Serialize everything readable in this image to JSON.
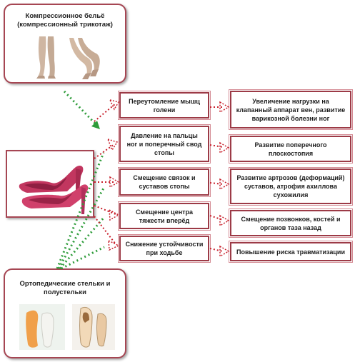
{
  "top_panel": {
    "title_line1": "Компрессионное бельё",
    "title_line2": "(компрессионный трикотаж)"
  },
  "bottom_panel": {
    "title_line1": "Ортопедические стельки и",
    "title_line2": "полустельки"
  },
  "causes": [
    {
      "line1": "Переутомление мышц",
      "line2": "голени",
      "line3": ""
    },
    {
      "line1": "Давление на пальцы",
      "line2": "ног и поперечный свод",
      "line3": "стопы"
    },
    {
      "line1": "Смещение связок и",
      "line2": "суставов стопы",
      "line3": ""
    },
    {
      "line1": "Смещение центра",
      "line2": "тяжести вперёд",
      "line3": ""
    },
    {
      "line1": "Снижение устойчивости",
      "line2": "при ходьбе",
      "line3": ""
    }
  ],
  "effects": [
    {
      "line1": "Увеличение нагрузки на",
      "line2": "клапанный аппарат вен, развитие",
      "line3": "варикозной болезни ног"
    },
    {
      "line1": "Развитие поперечного",
      "line2": "плоскостопия",
      "line3": ""
    },
    {
      "line1": "Развитие артрозов (деформаций)",
      "line2": "суставов, атрофия ахиллова",
      "line3": "сухожилия"
    },
    {
      "line1": "Смещение позвонков, костей и",
      "line2": "органов таза назад",
      "line3": ""
    },
    {
      "line1": "Повышение риска травматизации",
      "line2": "",
      "line3": ""
    }
  ],
  "colors": {
    "border": "#9c3a46",
    "dotted_arrow": "#2e9c3a",
    "dotted_red": "#c8202c",
    "shoe": "#c2365f"
  }
}
